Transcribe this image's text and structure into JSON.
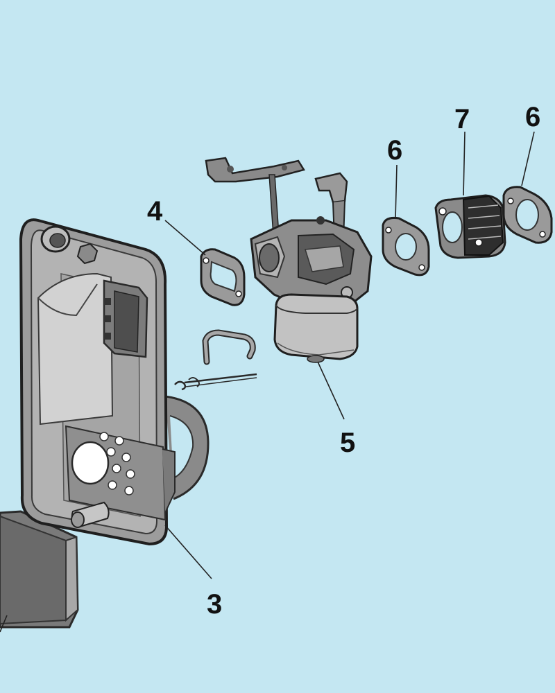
{
  "diagram": {
    "background": "#c4e7f2",
    "part_fill": "#9a9a9a",
    "part_dark": "#4a4a4a",
    "part_light": "#c8c8c8",
    "callouts": [
      {
        "id": "callout-3",
        "label": "3"
      },
      {
        "id": "callout-4",
        "label": "4"
      },
      {
        "id": "callout-5",
        "label": "5"
      },
      {
        "id": "callout-6a",
        "label": "6"
      },
      {
        "id": "callout-7",
        "label": "7"
      },
      {
        "id": "callout-6b",
        "label": "6"
      }
    ]
  }
}
